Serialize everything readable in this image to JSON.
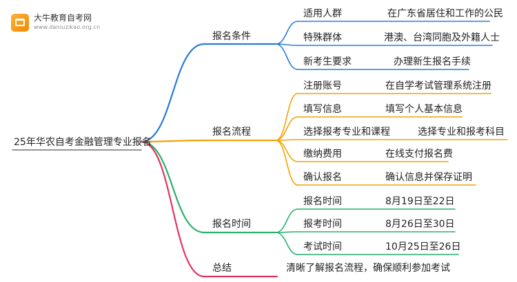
{
  "logo": {
    "title": "大牛教育自考网",
    "url": "www.daniuzikao.org.cn",
    "icon": "book-icon",
    "accent": "#f39c12"
  },
  "root": {
    "label": "25年华农自考金融管理专业报名"
  },
  "colors": {
    "conditions": "#2b7bd6",
    "process": "#f2a200",
    "time": "#27b06b",
    "summary": "#e0335e"
  },
  "branches": [
    {
      "key": "conditions",
      "label": "报名条件",
      "children": [
        {
          "label": "适用人群",
          "detail": "在广东省居住和工作的公民"
        },
        {
          "label": "特殊群体",
          "detail": "港澳、台湾同胞及外籍人士"
        },
        {
          "label": "新考生要求",
          "detail": "办理新生报名手续"
        }
      ]
    },
    {
      "key": "process",
      "label": "报名流程",
      "children": [
        {
          "label": "注册账号",
          "detail": "在自学考试管理系统注册"
        },
        {
          "label": "填写信息",
          "detail": "填写个人基本信息"
        },
        {
          "label": "选择报考专业和课程",
          "detail": "选择专业和报考科目"
        },
        {
          "label": "缴纳费用",
          "detail": "在线支付报名费"
        },
        {
          "label": "确认报名",
          "detail": "确认信息并保存证明"
        }
      ]
    },
    {
      "key": "time",
      "label": "报名时间",
      "children": [
        {
          "label": "报名时间",
          "detail": "8月19日至22日"
        },
        {
          "label": "报考时间",
          "detail": "8月26日至30日"
        },
        {
          "label": "考试时间",
          "detail": "10月25日至26日"
        }
      ]
    },
    {
      "key": "summary",
      "label": "总结",
      "detail": "清晰了解报名流程，确保顺利参加考试"
    }
  ]
}
